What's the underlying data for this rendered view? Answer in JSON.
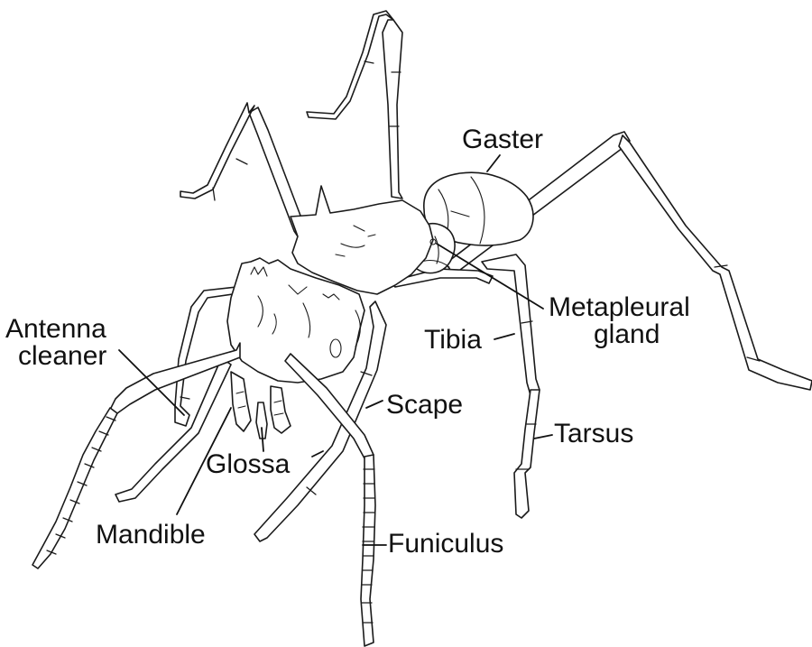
{
  "labels": {
    "gaster": "Gaster",
    "metapleural_1": "Metapleural",
    "metapleural_2": "gland",
    "antenna_1": "Antenna",
    "antenna_2": "cleaner",
    "tibia": "Tibia",
    "scape": "Scape",
    "tarsus": "Tarsus",
    "glossa": "Glossa",
    "mandible": "Mandible",
    "funiculus": "Funiculus"
  },
  "colors": {
    "ink": "#1a1a1a",
    "background": "#ffffff"
  }
}
